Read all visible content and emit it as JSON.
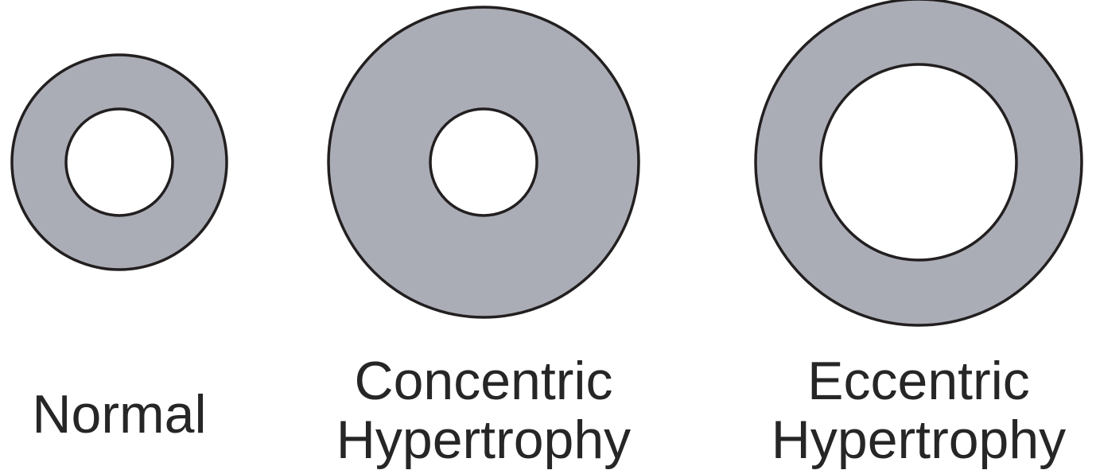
{
  "diagram": {
    "colors": {
      "wall": "#abadb6",
      "cavity": "#ffffff",
      "outline": "#231f20",
      "text": "#262626"
    },
    "hearts": [
      {
        "id": "normal",
        "label_lines": [
          "Normal"
        ]
      },
      {
        "id": "concentric",
        "label_lines": [
          "Concentric",
          "Hypertrophy"
        ]
      },
      {
        "id": "eccentric",
        "label_lines": [
          "Eccentric",
          "Hypertrophy"
        ]
      }
    ]
  }
}
